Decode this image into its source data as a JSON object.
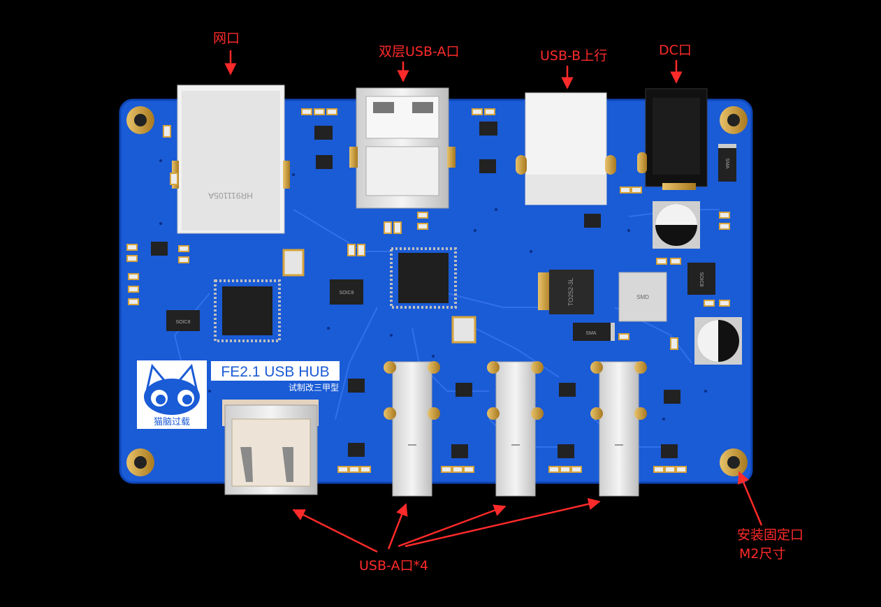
{
  "callouts": {
    "ethernet": "网口",
    "dual_usb_a": "双层USB-A口",
    "usb_b": "USB-B上行",
    "dc": "DC口",
    "usb_a_x4": "USB-A口*4",
    "mount_line1": "安装固定口",
    "mount_line2": "M2尺寸"
  },
  "board": {
    "title": "FE2.1 USB HUB",
    "subtitle": "试制改三甲型",
    "logo_text": "猫脑过载"
  },
  "component_labels": {
    "rj45": "HR911105A",
    "soic_a": "SOIC8",
    "soic_b": "SOIC8",
    "soic_c": "SOIC8",
    "to252": "TO252-3L",
    "smd_inductor": "SMD",
    "diode_a": "SMA",
    "diode_b": "SMA"
  },
  "colors": {
    "background": "#000000",
    "pcb": "#1a5bd6",
    "pcb_dark": "#0f46b8",
    "annotation": "#ff2a2a",
    "silkscreen": "#ffffff",
    "gold": "#d7a43a"
  }
}
